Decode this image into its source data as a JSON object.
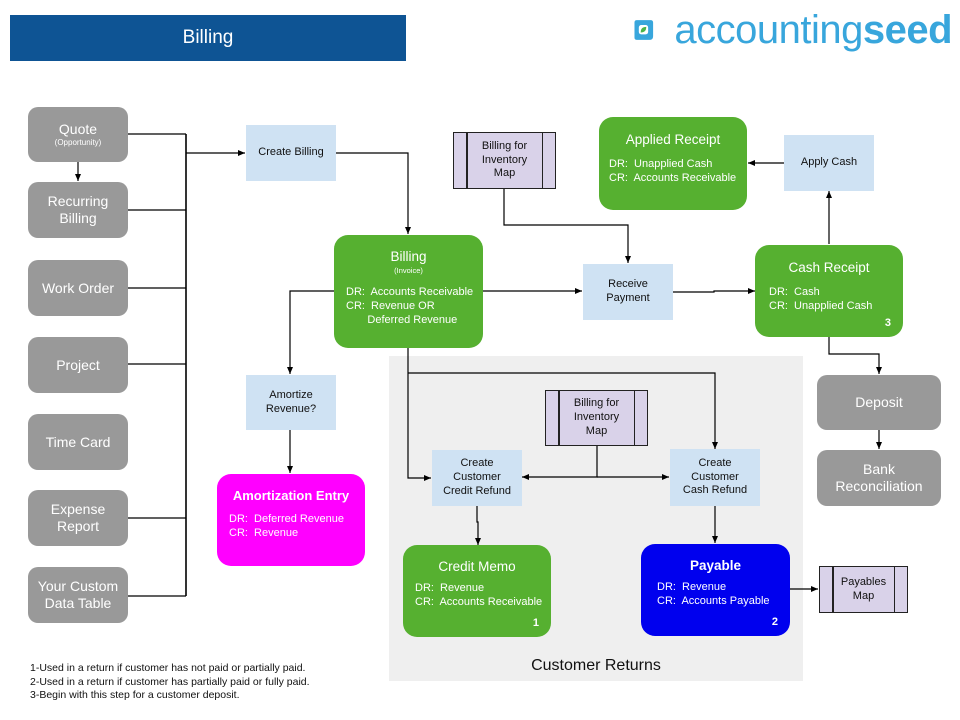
{
  "header": {
    "title": "Billing"
  },
  "logo": {
    "text_light": "accounting",
    "text_bold": "seed",
    "accent": "#38a6dc"
  },
  "sources": [
    {
      "label": "Quote",
      "sub": "(Opportunity)"
    },
    {
      "label": "Recurring Billing"
    },
    {
      "label": "Work Order"
    },
    {
      "label": "Project"
    },
    {
      "label": "Time Card"
    },
    {
      "label": "Expense Report"
    },
    {
      "label": "Your Custom Data Table"
    }
  ],
  "steps": {
    "create_billing": "Create Billing",
    "amortize_revenue": "Amortize Revenue?",
    "receive_payment": "Receive Payment",
    "apply_cash": "Apply Cash",
    "create_credit_refund": "Create Customer Credit Refund",
    "create_cash_refund": "Create Customer Cash Refund"
  },
  "maps": {
    "billing_inventory_top": "Billing for Inventory Map",
    "billing_inventory_returns": "Billing for Inventory Map",
    "payables": "Payables Map"
  },
  "records": {
    "billing": {
      "title": "Billing",
      "sub": "(Invoice)",
      "dr": "DR:  Accounts Receivable",
      "cr": "CR:  Revenue OR",
      "cr2": "       Deferred Revenue"
    },
    "applied_receipt": {
      "title": "Applied Receipt",
      "dr": "DR:  Unapplied Cash",
      "cr": "CR:  Accounts Receivable"
    },
    "cash_receipt": {
      "title": "Cash Receipt",
      "dr": "DR:  Cash",
      "cr": "CR:  Unapplied Cash",
      "note": "3"
    },
    "amortization_entry": {
      "title": "Amortization Entry",
      "dr": "DR:  Deferred Revenue",
      "cr": "CR:  Revenue"
    },
    "credit_memo": {
      "title": "Credit Memo",
      "dr": "DR:  Revenue",
      "cr": "CR:  Accounts Receivable",
      "note": "1"
    },
    "payable": {
      "title": "Payable",
      "dr": "DR:  Revenue",
      "cr": "CR:  Accounts Payable",
      "note": "2"
    }
  },
  "banking": {
    "deposit": "Deposit",
    "bank_rec": "Bank Reconciliation"
  },
  "returns_label": "Customer Returns",
  "footnotes": [
    "1-Used in a return if customer has not paid or partially paid.",
    "2-Used in a return if customer has partially paid or fully paid.",
    "3-Begin with this step for a customer deposit."
  ],
  "colors": {
    "header": "#0e5494",
    "green": "#56b030",
    "grey": "#999999",
    "step": "#cfe2f3",
    "map": "#d9d2e9",
    "magenta": "#ff00ff",
    "payable": "#0000ee"
  }
}
